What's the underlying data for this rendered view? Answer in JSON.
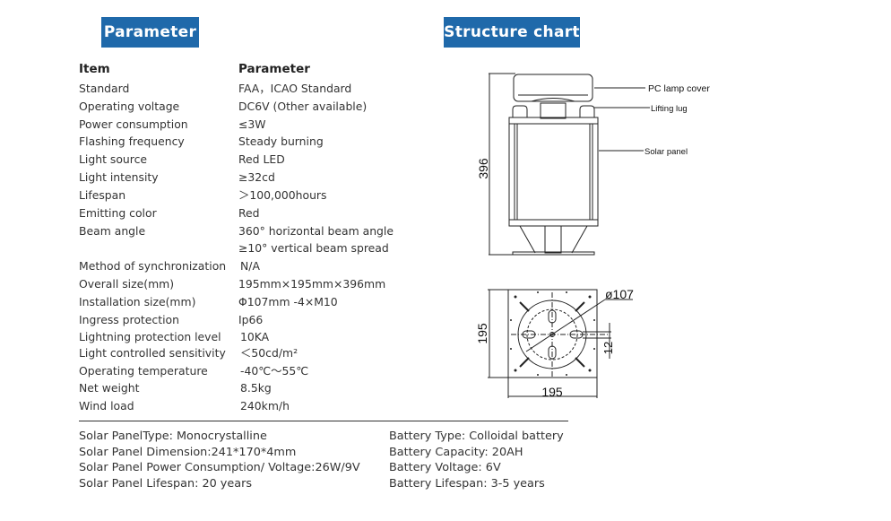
{
  "sections": {
    "parameter": "Parameter",
    "structure": "Structure chart"
  },
  "table": {
    "headers": [
      "Item",
      "Parameter"
    ],
    "rows": [
      [
        "Standard",
        "FAA，ICAO Standard"
      ],
      [
        "Operating voltage",
        "DC6V (Other available)"
      ],
      [
        "Power consumption",
        "≤3W"
      ],
      [
        "Flashing frequency",
        "Steady burning"
      ],
      [
        "Light source",
        "Red LED"
      ],
      [
        "Light intensity",
        "≥32cd"
      ],
      [
        "Lifespan",
        "＞100,000hours"
      ],
      [
        "Emitting color",
        "Red"
      ],
      [
        "Beam angle",
        "360° horizontal beam angle"
      ],
      [
        "",
        "≥10° vertical beam spread"
      ],
      [
        "Method of synchronization",
        "N/A"
      ],
      [
        "Overall size(mm)",
        "195mm×195mm×396mm"
      ],
      [
        "Installation size(mm)",
        "Φ107mm -4×M10"
      ],
      [
        "Ingress protection",
        "Ip66"
      ],
      [
        "Lightning protection level",
        "10KA"
      ],
      [
        "Light controlled sensitivity",
        "＜50cd/m²"
      ],
      [
        "Operating temperature",
        "-40℃～55℃"
      ],
      [
        "Net weight",
        "8.5kg"
      ],
      [
        "Wind load",
        "240km/h"
      ]
    ]
  },
  "solar": [
    "Solar PanelType: Monocrystalline",
    "Solar Panel Dimension:241*170*4mm",
    "Solar Panel Power Consumption/ Voltage:26W/9V",
    "Solar Panel Lifespan: 20 years"
  ],
  "battery": [
    "Battery Type: Colloidal battery",
    "Battery Capacity: 20AH",
    "Battery Voltage: 6V",
    "Battery Lifespan: 3-5 years"
  ],
  "diagram": {
    "labels": {
      "cover": "PC lamp cover",
      "lug": "Lifting lug",
      "panel": "Solar panel"
    },
    "dims": {
      "height": "396",
      "width": "195",
      "depth": "195",
      "diameter": "ø107",
      "slot": "12"
    }
  },
  "colors": {
    "accent": "#1f69aa"
  }
}
